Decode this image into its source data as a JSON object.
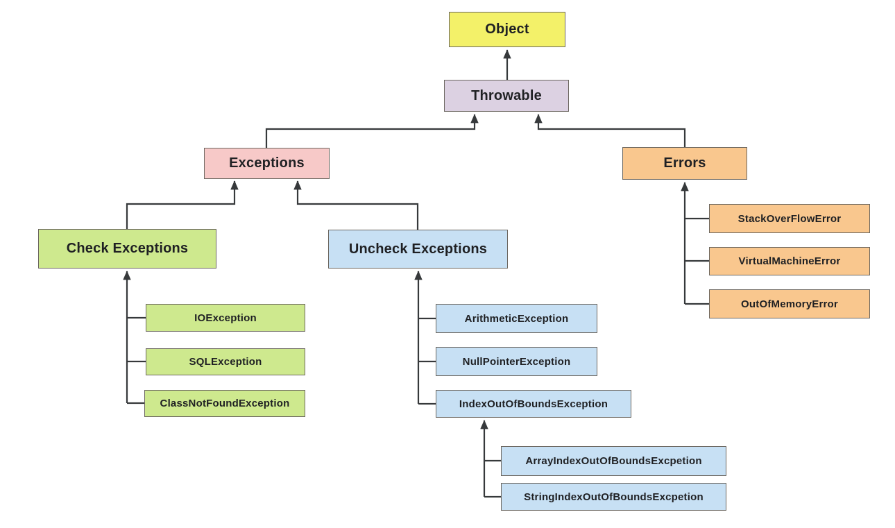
{
  "diagram": {
    "type": "tree-hierarchy",
    "nodes": {
      "object": {
        "label": "Object",
        "fill": "#f3f169"
      },
      "throwable": {
        "label": "Throwable",
        "fill": "#dcd1e2"
      },
      "exceptions": {
        "label": "Exceptions",
        "fill": "#f7c9c8"
      },
      "errors": {
        "label": "Errors",
        "fill": "#f9c78e"
      },
      "check_exceptions": {
        "label": "Check Exceptions",
        "fill": "#cee98e"
      },
      "io_exception": {
        "label": "IOException",
        "fill": "#cee98e"
      },
      "sql_exception": {
        "label": "SQLException",
        "fill": "#cee98e"
      },
      "class_not_found_exception": {
        "label": "ClassNotFoundException",
        "fill": "#cee98e"
      },
      "uncheck_exceptions": {
        "label": "Uncheck Exceptions",
        "fill": "#c7e0f4"
      },
      "arithmetic_exception": {
        "label": "ArithmeticException",
        "fill": "#c7e0f4"
      },
      "null_pointer_exception": {
        "label": "NullPointerException",
        "fill": "#c7e0f4"
      },
      "index_out_of_bounds_exception": {
        "label": "IndexOutOfBoundsException",
        "fill": "#c7e0f4"
      },
      "array_index_out_of_bounds_excpetion": {
        "label": "ArrayIndexOutOfBoundsExcpetion",
        "fill": "#c7e0f4"
      },
      "string_index_out_of_bounds_excpetion": {
        "label": "StringIndexOutOfBoundsExcpetion",
        "fill": "#c7e0f4"
      },
      "stack_overflow_error": {
        "label": "StackOverFlowError",
        "fill": "#f9c78e"
      },
      "virtual_machine_error": {
        "label": "VirtualMachineError",
        "fill": "#f9c78e"
      },
      "out_of_memory_error": {
        "label": "OutOfMemoryError",
        "fill": "#f9c78e"
      }
    },
    "edges": [
      {
        "from": "throwable",
        "to": "object"
      },
      {
        "from": "exceptions",
        "to": "throwable"
      },
      {
        "from": "errors",
        "to": "throwable"
      },
      {
        "from": "check_exceptions",
        "to": "exceptions"
      },
      {
        "from": "uncheck_exceptions",
        "to": "exceptions"
      },
      {
        "from": "io_exception",
        "to": "check_exceptions"
      },
      {
        "from": "sql_exception",
        "to": "check_exceptions"
      },
      {
        "from": "class_not_found_exception",
        "to": "check_exceptions"
      },
      {
        "from": "arithmetic_exception",
        "to": "uncheck_exceptions"
      },
      {
        "from": "null_pointer_exception",
        "to": "uncheck_exceptions"
      },
      {
        "from": "index_out_of_bounds_exception",
        "to": "uncheck_exceptions"
      },
      {
        "from": "array_index_out_of_bounds_excpetion",
        "to": "index_out_of_bounds_exception"
      },
      {
        "from": "string_index_out_of_bounds_excpetion",
        "to": "index_out_of_bounds_exception"
      },
      {
        "from": "stack_overflow_error",
        "to": "errors"
      },
      {
        "from": "virtual_machine_error",
        "to": "errors"
      },
      {
        "from": "out_of_memory_error",
        "to": "errors"
      }
    ],
    "colors": {
      "background": "#ffffff",
      "connector": "#36393b",
      "node_border": "#6b665f",
      "text": "#1f2023",
      "yellow": "#f3f169",
      "lavender": "#dcd1e2",
      "pink": "#f7c9c8",
      "orange": "#f9c78e",
      "green": "#cee98e",
      "blue": "#c7e0f4"
    }
  }
}
